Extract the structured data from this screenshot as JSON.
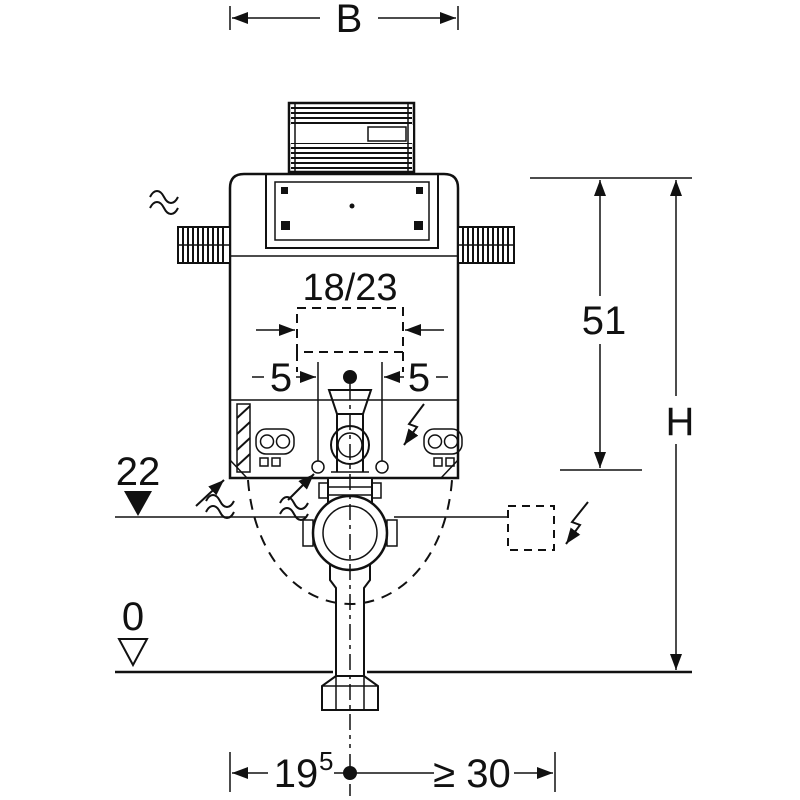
{
  "drawing": {
    "labels": {
      "width_top": "B",
      "inner_opening": "18/23",
      "offset_left": "5",
      "offset_right": "5",
      "supply_level": "22",
      "floor_level": "0",
      "tank_height": "51",
      "total_height": "H",
      "center_offset": "19",
      "center_offset_sup": "5",
      "electrical_min": "≥ 30"
    },
    "colors": {
      "line": "#111111",
      "background": "#ffffff"
    },
    "symbols": {
      "electrical": "lightning-bolt-icon",
      "supply_marker": "filled-triangle-level-icon",
      "floor_marker": "open-triangle-level-icon",
      "wall_break": "wave-break-icon"
    }
  }
}
